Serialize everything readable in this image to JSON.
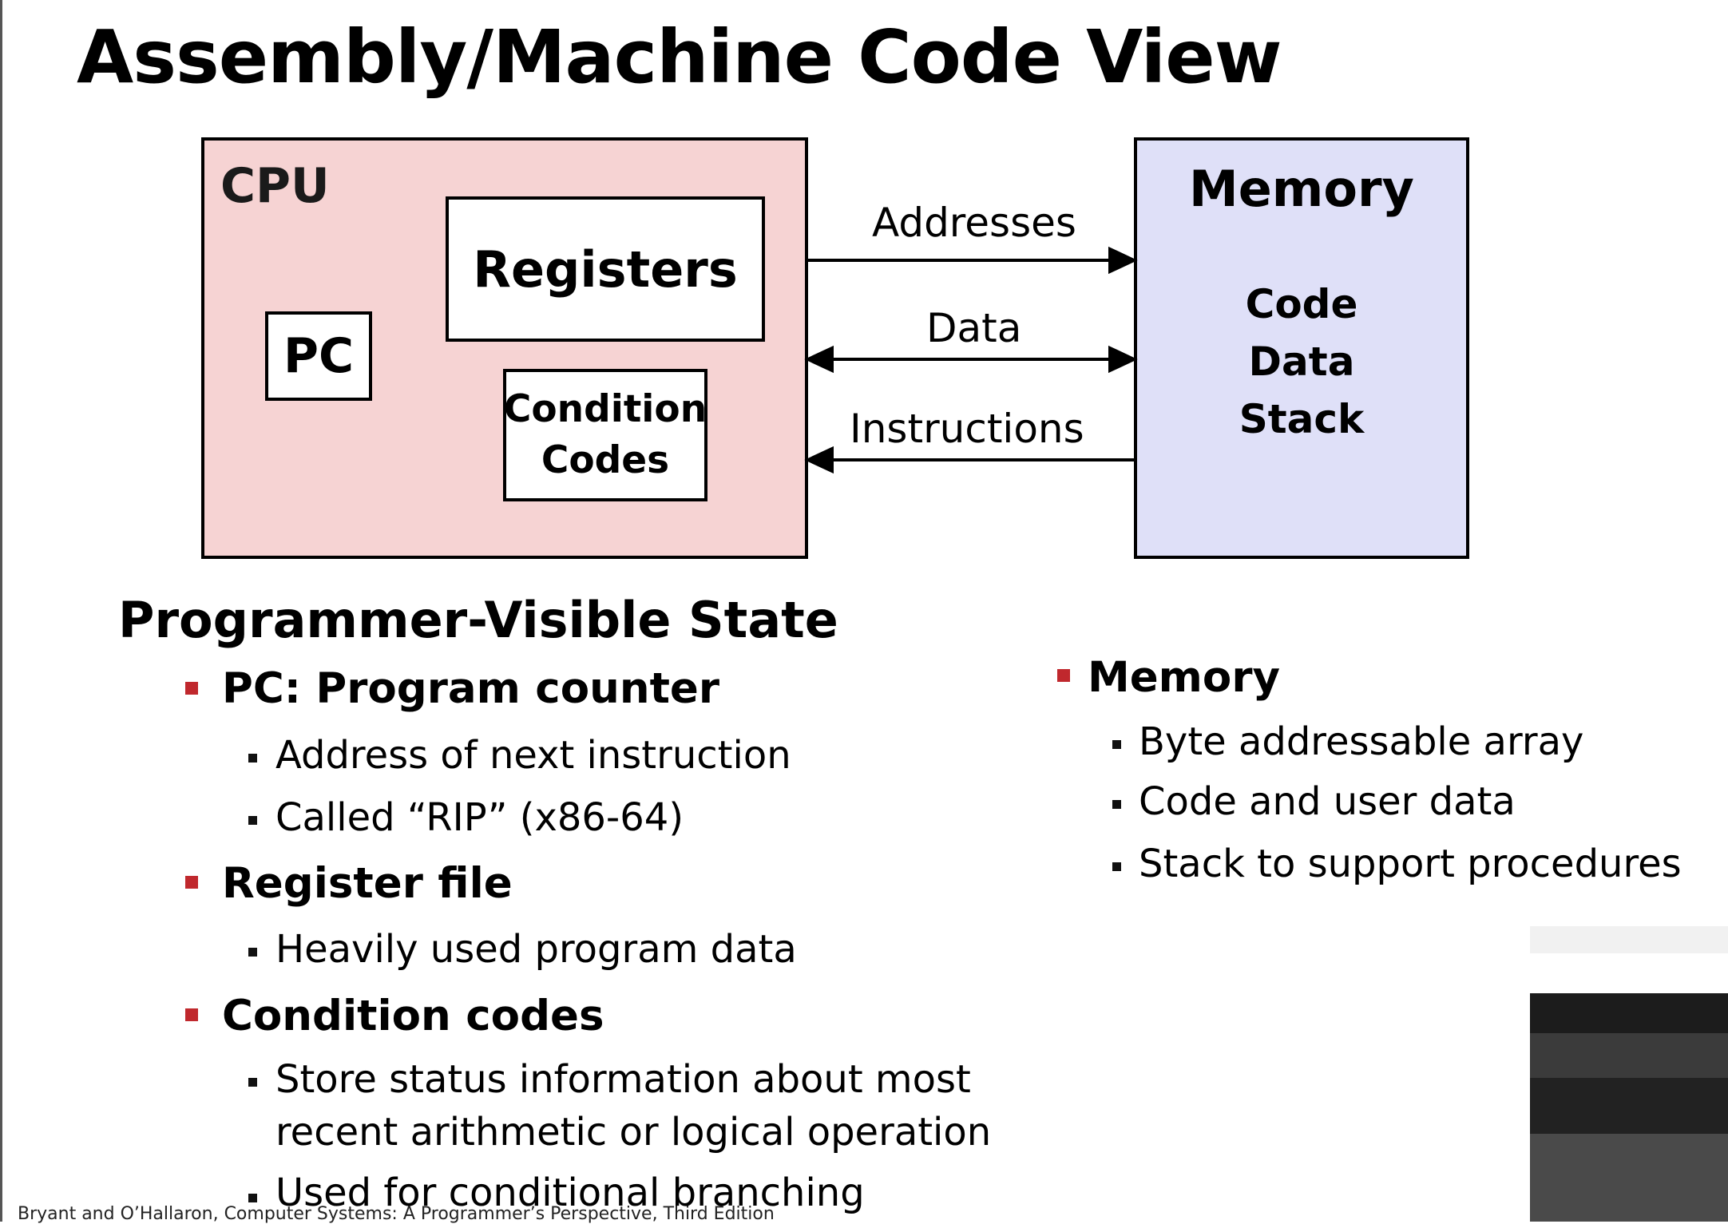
{
  "title": "Assembly/Machine Code View",
  "diagram": {
    "cpu": {
      "label": "CPU",
      "pc": "PC",
      "registers": "Registers",
      "condition_codes_line1": "Condition",
      "condition_codes_line2": "Codes",
      "fill_color": "#f6d3d3"
    },
    "memory": {
      "label": "Memory",
      "contents": [
        "Code",
        "Data",
        "Stack"
      ],
      "fill_color": "#dfe0f8"
    },
    "buses": [
      {
        "label": "Addresses",
        "direction": "cpu-to-memory"
      },
      {
        "label": "Data",
        "direction": "bidirectional"
      },
      {
        "label": "Instructions",
        "direction": "memory-to-cpu"
      }
    ]
  },
  "state": {
    "heading": "Programmer-Visible State",
    "pc": {
      "label": "PC: Program counter",
      "items": [
        "Address of next instruction",
        "Called “RIP” (x86-64)"
      ]
    },
    "register_file": {
      "label": "Register file",
      "items": [
        "Heavily used program data"
      ]
    },
    "condition_codes": {
      "label": "Condition codes",
      "items": [
        "Store status information about most",
        "recent arithmetic or logical operation",
        "Used for conditional branching"
      ]
    },
    "memory": {
      "label": "Memory",
      "items": [
        "Byte addressable array",
        "Code and user data",
        "Stack to support procedures"
      ]
    }
  },
  "citation": "Bryant and O’Hallaron, Computer Systems: A Programmer’s Perspective, Third Edition",
  "colors": {
    "bullet_red": "#c0282d",
    "cpu_fill": "#f6d3d3",
    "memory_fill": "#dfe0f8"
  }
}
